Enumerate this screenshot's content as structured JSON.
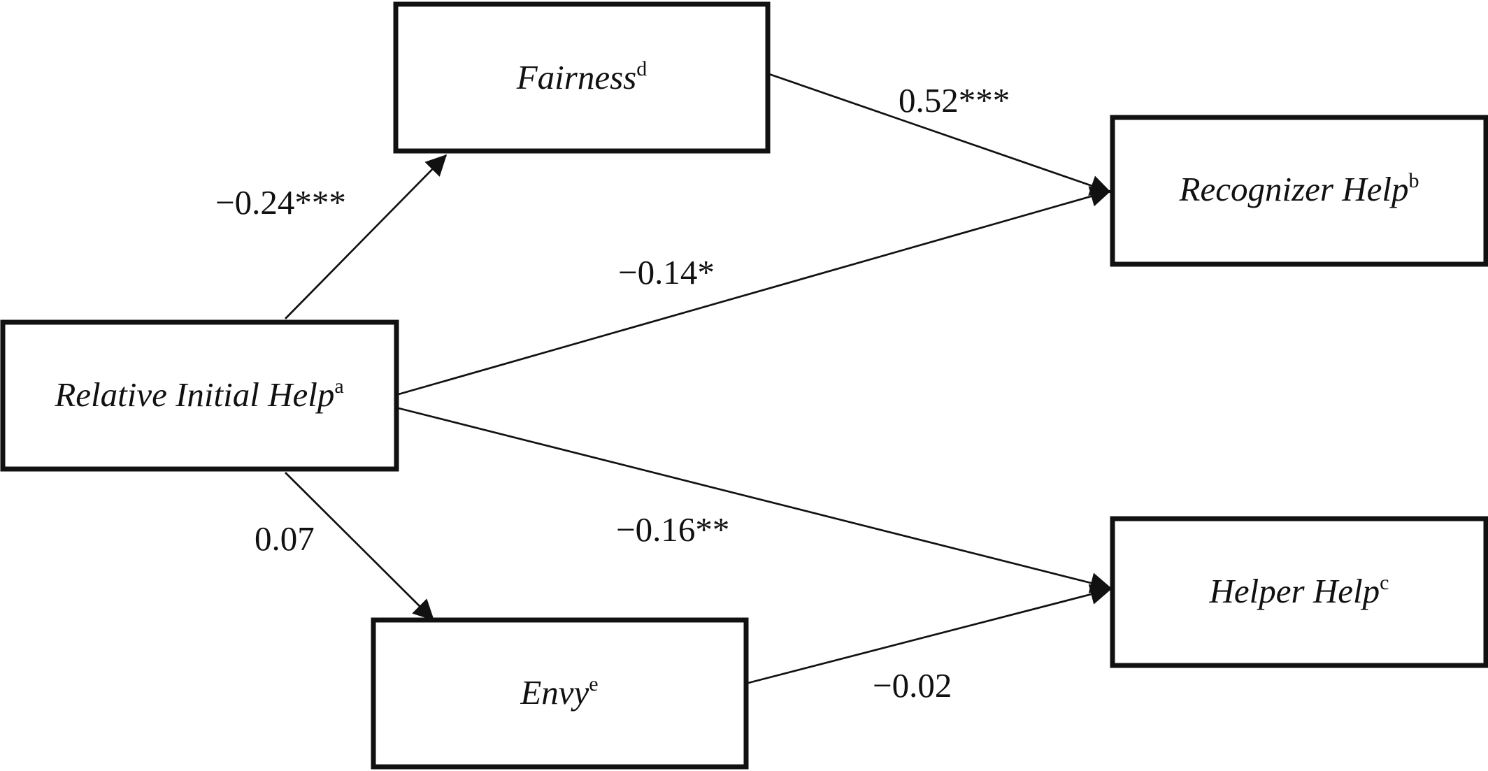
{
  "diagram": {
    "nodes": {
      "fairness": {
        "label": "Fairness",
        "superscript": "d"
      },
      "recognizer": {
        "label": "Recognizer Help",
        "superscript": "b"
      },
      "relative": {
        "label": "Relative Initial Help",
        "superscript": "a"
      },
      "helper": {
        "label": "Helper Help",
        "superscript": "c"
      },
      "envy": {
        "label": "Envy",
        "superscript": "e"
      }
    },
    "edges": [
      {
        "from": "Relative Initial Help",
        "to": "Fairness",
        "coefficient": "−0.24***"
      },
      {
        "from": "Fairness",
        "to": "Recognizer Help",
        "coefficient": "0.52***"
      },
      {
        "from": "Relative Initial Help",
        "to": "Recognizer Help",
        "coefficient": "−0.14*"
      },
      {
        "from": "Relative Initial Help",
        "to": "Helper Help",
        "coefficient": "−0.16**"
      },
      {
        "from": "Relative Initial Help",
        "to": "Envy",
        "coefficient": "0.07"
      },
      {
        "from": "Envy",
        "to": "Helper Help",
        "coefficient": "−0.02"
      }
    ],
    "colors": {
      "ink": "#111111",
      "background": "#ffffff"
    }
  }
}
